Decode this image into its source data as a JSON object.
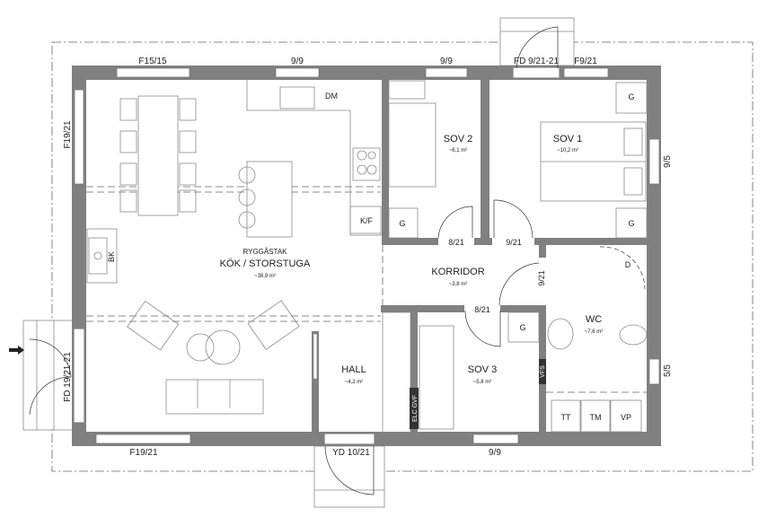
{
  "colors": {
    "wall": "#808080",
    "line": "#333333",
    "furniture": "#8a8a8a"
  },
  "rooms": {
    "kitchen": {
      "note": "RYGGÅSTAK",
      "name": "KÖK / STORSTUGA",
      "area": "~38,9 m²"
    },
    "sov2": {
      "name": "SOV 2",
      "area": "~6,1 m²"
    },
    "sov1": {
      "name": "SOV 1",
      "area": "~10,2 m²"
    },
    "korridor": {
      "name": "KORRIDOR",
      "area": "~3,8 m²"
    },
    "wc": {
      "name": "WC",
      "area": "~7,6 m²"
    },
    "hall": {
      "name": "HALL",
      "area": "~4,2 m²"
    },
    "sov3": {
      "name": "SOV 3",
      "area": "~5,8 m²"
    }
  },
  "openings": {
    "top_window_1": "F15/15",
    "top_window_2": "9/9",
    "top_window_3": "9/9",
    "top_door": "FD 9/21-21",
    "top_window_4": "F9/21",
    "right_window_1": "9/5",
    "right_window_2": "5/5",
    "bottom_window_1": "F19/21",
    "bottom_door": "YD 10/21",
    "bottom_window_2": "9/9",
    "left_window": "F19/21",
    "left_door": "FD 19/21-21",
    "door_sov2": "8/21",
    "door_sov1": "9/21",
    "door_wc": "9/21",
    "door_sov3": "8/21"
  },
  "fixtures": {
    "dishwasher": "DM",
    "fridge": "K/F",
    "fireplace": "BK",
    "wardrobe_sov2": "G",
    "wardrobe_sov1_top": "G",
    "wardrobe_sov1_bottom": "G",
    "wardrobe_sov3": "G",
    "shower": "D",
    "dryer": "TT",
    "washer": "TM",
    "heat_pump": "VP",
    "electric_panel": "ELC GVF",
    "water_meter": "VFS"
  }
}
